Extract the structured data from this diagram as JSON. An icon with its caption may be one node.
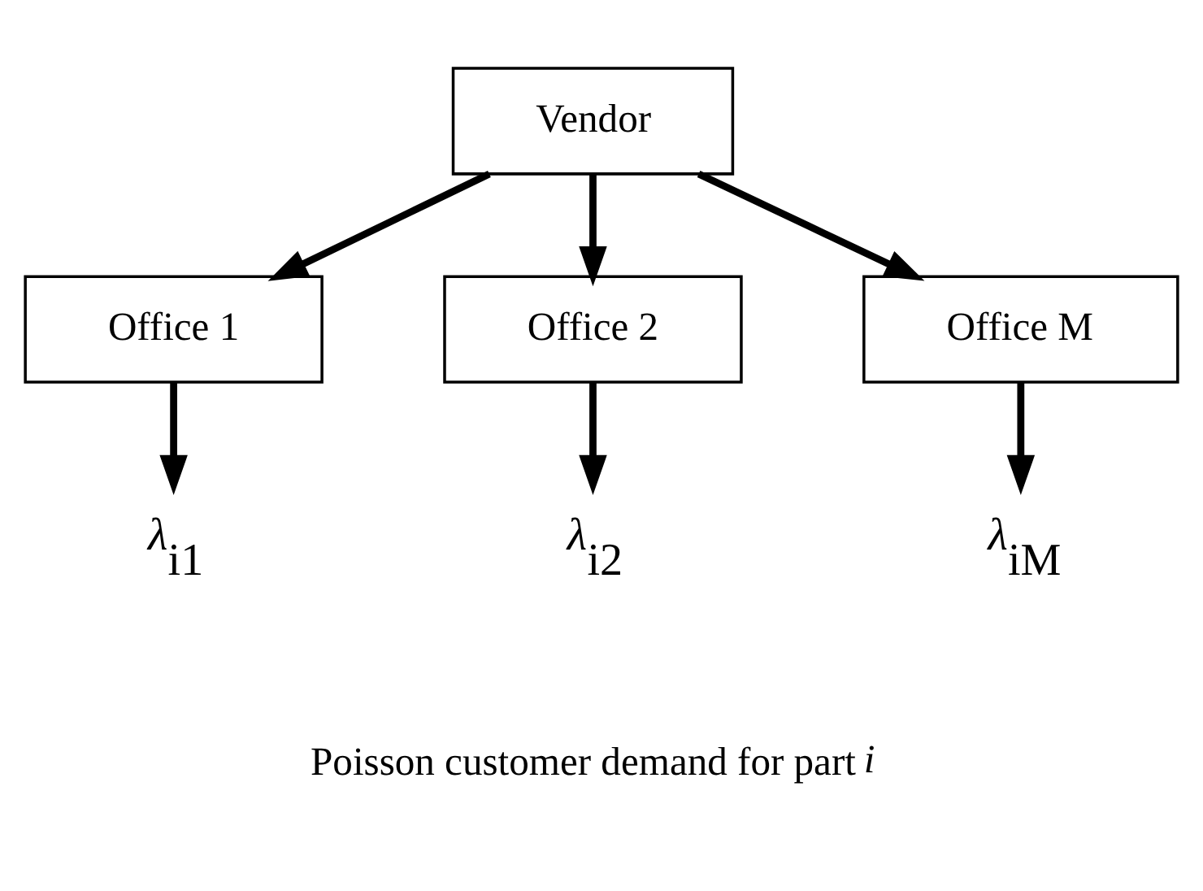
{
  "diagram": {
    "nodes": [
      {
        "text": [
          "Vendor"
        ]
      },
      {
        "text": [
          "Office 1"
        ]
      },
      {
        "text": [
          "Office 2"
        ]
      },
      {
        "text": [
          "Office M"
        ]
      },
      {
        "text": [
          "*λ*$_{i1}$"
        ]
      },
      {
        "text": [
          "*λ*$_{i2}$"
        ]
      },
      {
        "text": [
          "*λ*$_{iM}$"
        ]
      }
    ],
    "edges": [
      {
        "from": 0,
        "to": 1,
        "arrow": "to"
      },
      {
        "from": 0,
        "to": 2,
        "arrow": "to"
      },
      {
        "from": 0,
        "to": 3,
        "arrow": "to"
      },
      {
        "from": 1,
        "to": 4,
        "arrow": "to"
      },
      {
        "from": 2,
        "to": 5,
        "arrow": "to"
      },
      {
        "from": 3,
        "to": 6,
        "arrow": "to"
      }
    ],
    "labels": [
      "Poisson customer demand for part *i*"
    ]
  }
}
